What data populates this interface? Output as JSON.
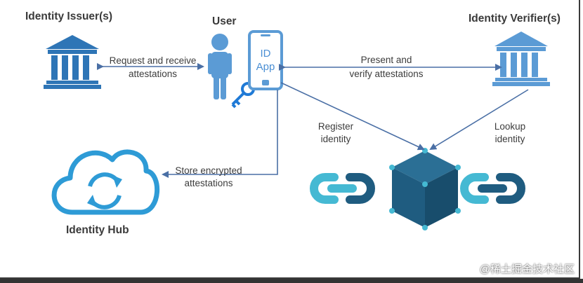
{
  "titles": {
    "issuer": "Identity Issuer(s)",
    "user": "User",
    "verifier": "Identity Verifier(s)",
    "hub": "Identity Hub"
  },
  "app_label": [
    "ID",
    "App"
  ],
  "edges": {
    "request": [
      "Request and receive",
      "attestations"
    ],
    "present": [
      "Present and",
      "verify attestations"
    ],
    "register": [
      "Register",
      "identity"
    ],
    "lookup": [
      "Lookup",
      "identity"
    ],
    "store": [
      "Store encrypted",
      "attestations"
    ]
  },
  "watermark": "@稀土掘金技术社区",
  "colors": {
    "blue": "#2e75b6",
    "light_blue": "#5b9bd5",
    "cyan": "#45b9d3",
    "dark_teal": "#1f5c80",
    "text": "#3c3c3c"
  }
}
